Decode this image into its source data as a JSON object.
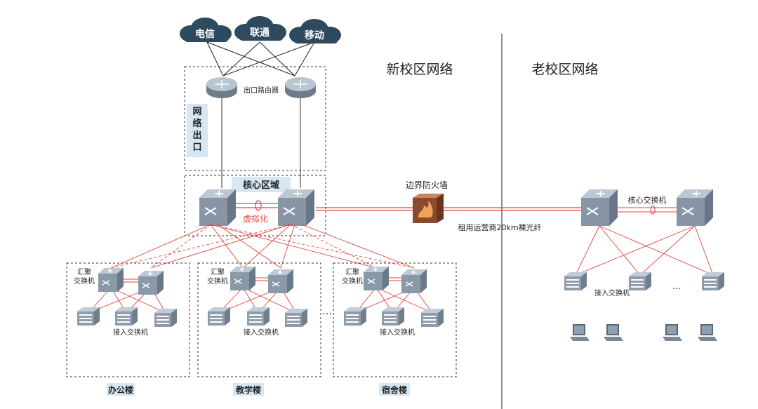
{
  "clouds": [
    "电信",
    "联通",
    "移动"
  ],
  "labels": {
    "new_campus": "新校区网络",
    "old_campus": "老校区网络",
    "exit_router": "出口路由器",
    "network_exit": [
      "网",
      "络",
      "出",
      "口"
    ],
    "core_area": "核心区域",
    "virtualization": "虚拟化",
    "border_firewall": "边界防火墙",
    "leased_fiber": "租用运营商20km裸光纤",
    "core_switch": "核心交换机",
    "agg_switch": [
      "汇聚",
      "交换机"
    ],
    "access_switch": "接入交换机",
    "ellipsis_between": "…",
    "ellipsis_old": "…"
  },
  "buildings": [
    "办公楼",
    "教学楼",
    "宿舍楼"
  ],
  "colors": {
    "link_red": "#e8433a",
    "device_body": "#8a99a8",
    "device_top": "#b8c4cf",
    "cloud": "#2d4a5e",
    "label_bg": "#d6e6f2"
  },
  "icons": {
    "router": "router-icon",
    "core_switch": "core-switch-icon",
    "access_switch": "access-switch-icon",
    "firewall": "firewall-icon",
    "cloud": "cloud-icon",
    "terminal": "terminal-icon"
  }
}
